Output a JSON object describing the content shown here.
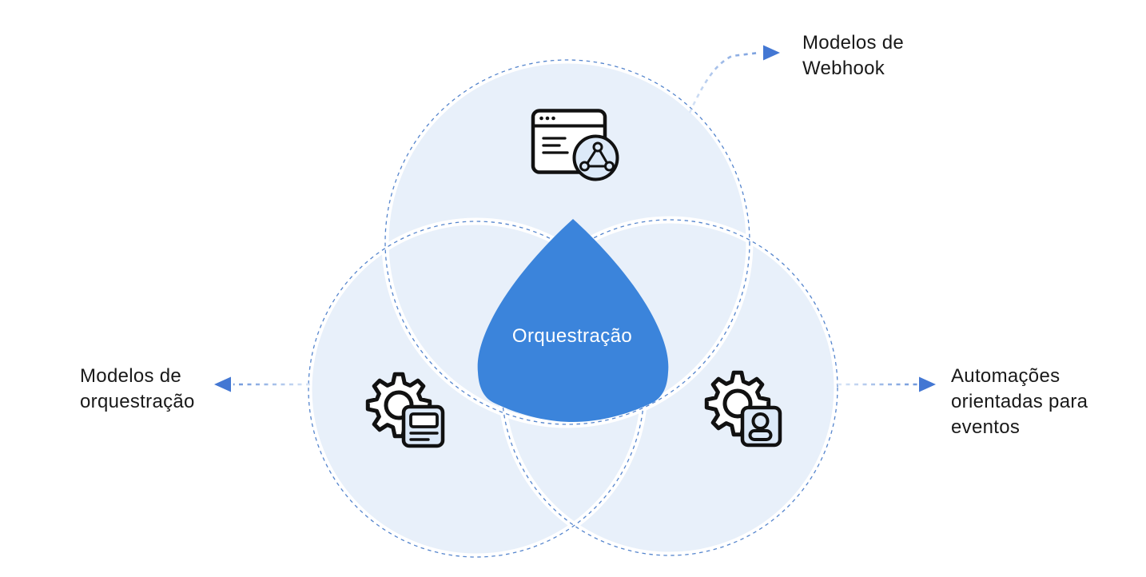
{
  "diagram": {
    "type": "venn-3-circles",
    "center": {
      "label": "Orquestração"
    },
    "circles": [
      {
        "id": "top",
        "icon": "webhook-browser-icon"
      },
      {
        "id": "bottom-left",
        "icon": "gear-document-icon"
      },
      {
        "id": "bottom-right",
        "icon": "gear-user-icon"
      }
    ],
    "callouts": [
      {
        "id": "webhook-templates",
        "position": "top-right",
        "lines": [
          "Modelos de",
          "Webhook"
        ]
      },
      {
        "id": "orchestration-templates",
        "position": "left",
        "lines": [
          "Modelos de",
          "orquestração"
        ]
      },
      {
        "id": "event-driven-automations",
        "position": "right",
        "lines": [
          "Automações",
          "orientadas para",
          "eventos"
        ]
      }
    ]
  },
  "colors": {
    "background": "#ffffff",
    "circle_fill": "#e8f0fa",
    "circle_dash": "#5585cd",
    "center_fill": "#3b84db",
    "center_text": "#ffffff",
    "arrow_head": "#4377d3",
    "arrow_dash_light": "#dbe7f7",
    "arrow_dash_dark": "#6d96db",
    "icon_fill": "#dce9f8",
    "icon_stroke": "#111111",
    "label_text": "#191919"
  }
}
